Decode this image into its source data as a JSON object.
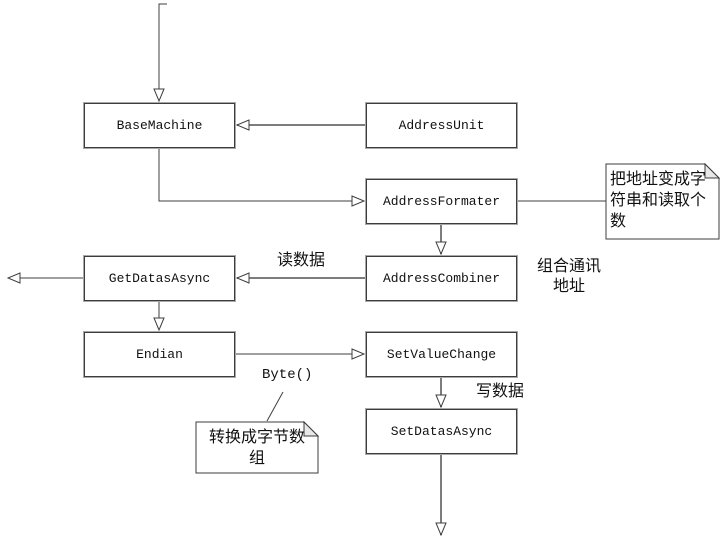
{
  "diagram": {
    "nodes": {
      "base_machine": "BaseMachine",
      "address_unit": "AddressUnit",
      "address_formater": "AddressFormater",
      "get_datas_async": "GetDatasAsync",
      "address_combiner": "AddressCombiner",
      "endian": "Endian",
      "set_value_change": "SetValueChange",
      "set_datas_async": "SetDatasAsync"
    },
    "notes": {
      "address_note": "把地址变成字符串和读取个数",
      "byte_note": "转换成字节数组"
    },
    "edge_labels": {
      "read_data": "读数据",
      "combine_address": "组合通讯\n地址",
      "byte_call": "Byte()",
      "write_data": "写数据"
    },
    "colors": {
      "line_thin": "#3f3f3f",
      "line_thick": "#7d7d7d",
      "box_border": "#3c3c3c",
      "background": "#ffffff"
    }
  }
}
